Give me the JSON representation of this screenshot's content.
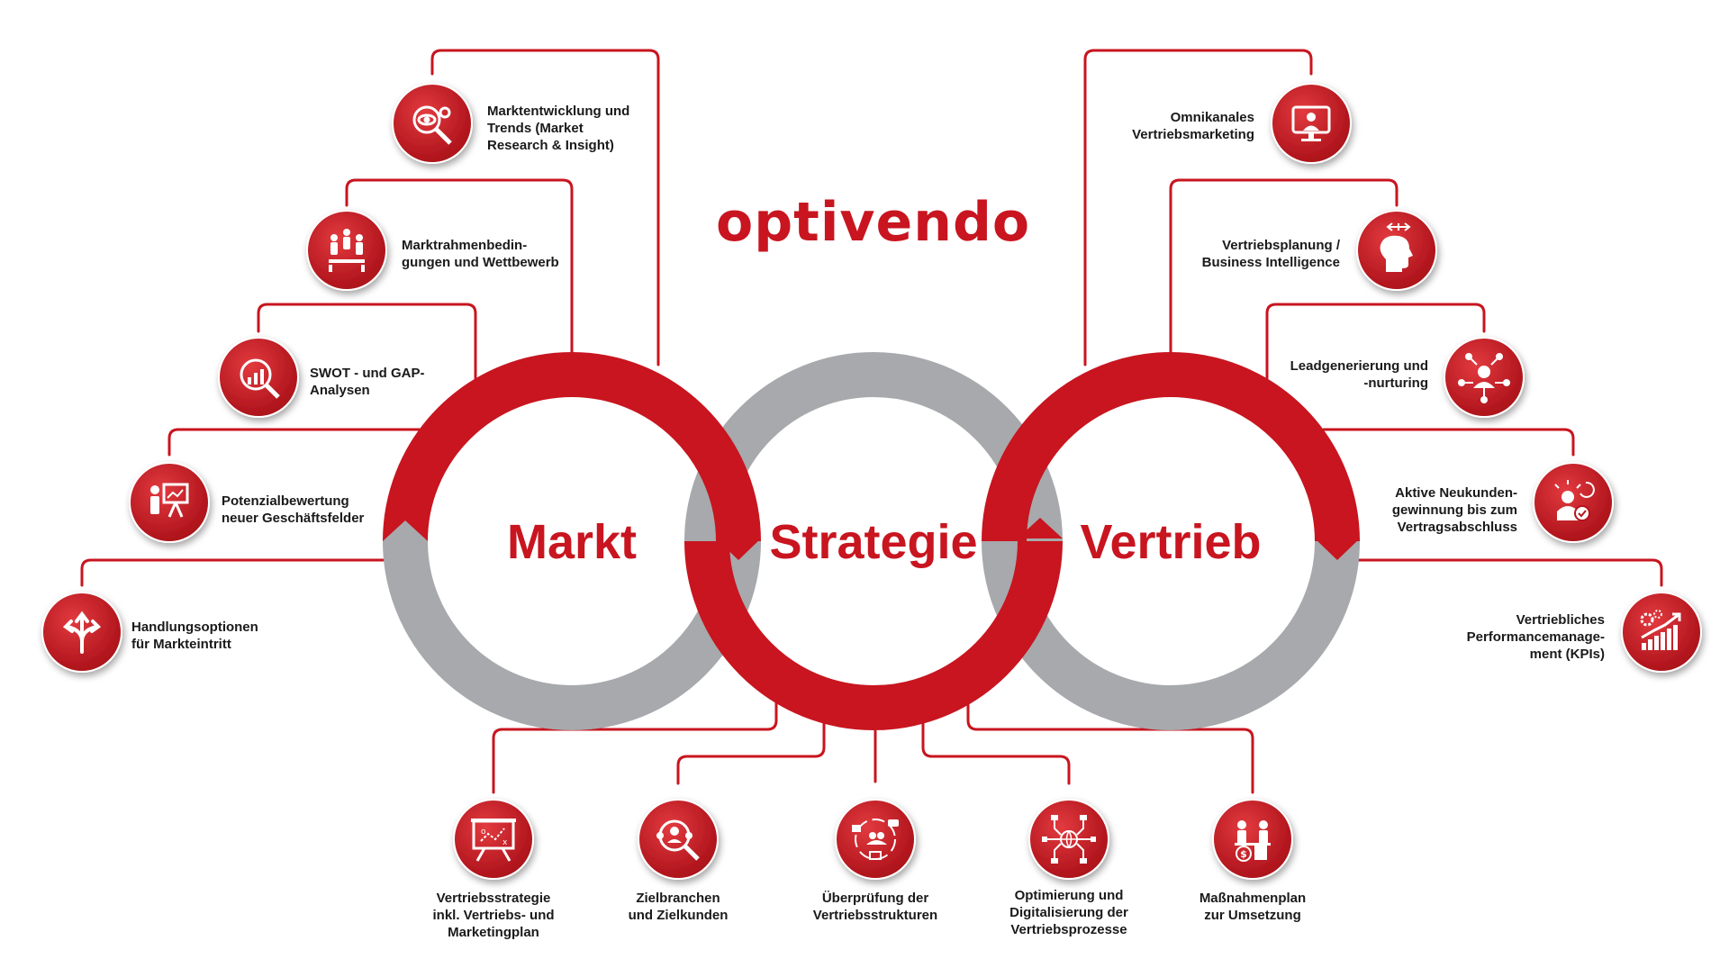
{
  "brand": {
    "name": "optivendo",
    "color": "#c8151f"
  },
  "colors": {
    "accent": "#c8151f",
    "ring_grey": "#a7a9ac",
    "text": "#1a1a1a"
  },
  "circles": [
    {
      "label": "Markt"
    },
    {
      "label": "Strategie"
    },
    {
      "label": "Vertrieb"
    }
  ],
  "markt_items": [
    {
      "icon": "eye-gear-magnifier-icon",
      "lines": [
        "Marktentwicklung und",
        "Trends (Market",
        "Research & Insight)"
      ]
    },
    {
      "icon": "people-podium-icon",
      "lines": [
        "Marktrahmenbedin-",
        "gungen und Wettbewerb"
      ]
    },
    {
      "icon": "chart-magnifier-icon",
      "lines": [
        "SWOT - und GAP-",
        "Analysen"
      ]
    },
    {
      "icon": "presentation-board-icon",
      "lines": [
        "Potenzialbewertung",
        "neuer Geschäftsfelder"
      ]
    },
    {
      "icon": "split-arrows-icon",
      "lines": [
        "Handlungsoptionen",
        "für Markteintritt"
      ]
    }
  ],
  "vertrieb_items": [
    {
      "icon": "monitor-person-icon",
      "lines": [
        "Omnikanales",
        "Vertriebsmarketing"
      ]
    },
    {
      "icon": "head-arrows-icon",
      "lines": [
        "Vertriebsplanung /",
        "Business Intelligence"
      ]
    },
    {
      "icon": "network-person-icon",
      "lines": [
        "Leadgenerierung und",
        "-nurturing"
      ]
    },
    {
      "icon": "person-checkmark-icon",
      "lines": [
        "Aktive Neukunden-",
        "gewinnung bis zum",
        "Vertragsabschluss"
      ]
    },
    {
      "icon": "growth-chart-gears-icon",
      "lines": [
        "Vertriebliches",
        "Performancemanage-",
        "ment (KPIs)"
      ]
    }
  ],
  "strategie_items": [
    {
      "icon": "strategy-board-icon",
      "lines": [
        "Vertriebsstrategie",
        "inkl. Vertriebs- und",
        "Marketingplan"
      ]
    },
    {
      "icon": "target-people-icon",
      "lines": [
        "Zielbranchen",
        "und Zielkunden"
      ]
    },
    {
      "icon": "communication-cycle-icon",
      "lines": [
        "Überprüfung der",
        "Vertriebsstrukturen"
      ]
    },
    {
      "icon": "digital-globe-icon",
      "lines": [
        "Optimierung und",
        "Digitalisierung der",
        "Vertriebsprozesse"
      ]
    },
    {
      "icon": "people-money-icon",
      "lines": [
        "Maßnahmenplan",
        "zur Umsetzung"
      ]
    }
  ]
}
